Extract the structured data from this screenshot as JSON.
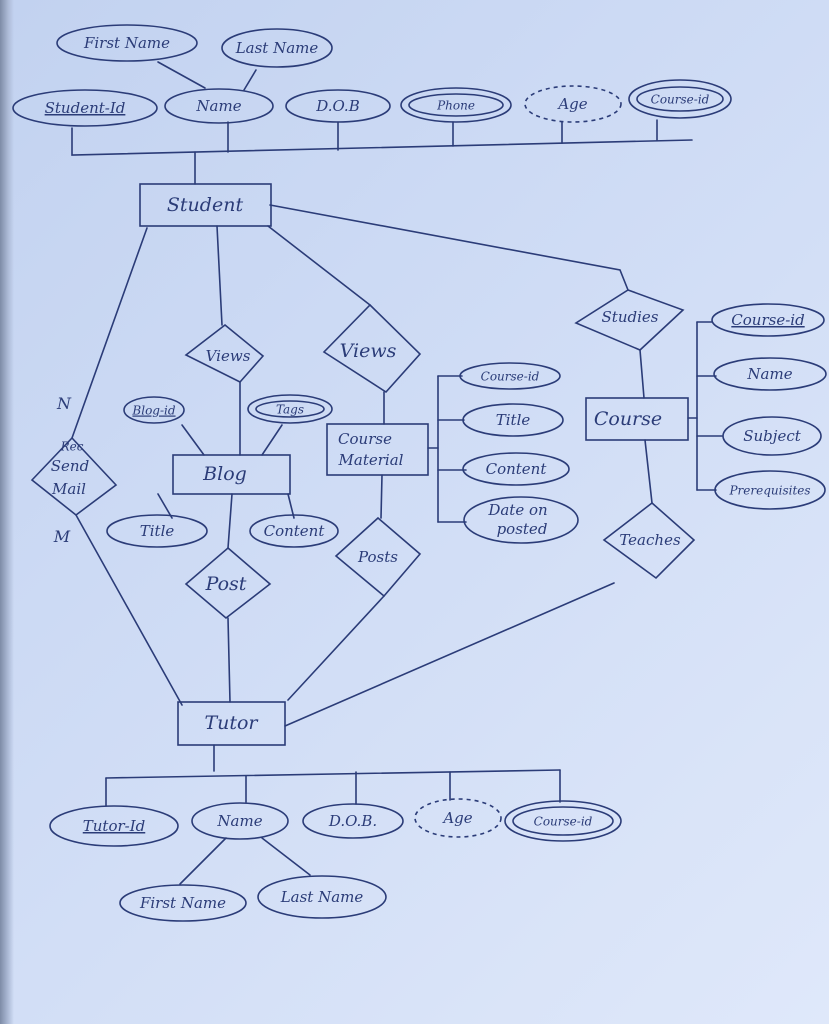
{
  "entities": {
    "student": "Student",
    "tutor": "Tutor",
    "blog": "Blog",
    "course_material": [
      "Course",
      "Material"
    ],
    "course": "Course"
  },
  "relationships": {
    "views_blog": "Views",
    "views_material": "Views",
    "studies": "Studies",
    "teaches": "Teaches",
    "post": "Post",
    "posts": "Posts",
    "rec_send_mail": [
      "Rec",
      "Send",
      "Mail"
    ]
  },
  "cardinality": {
    "n": "N",
    "m": "M"
  },
  "student_attributes": {
    "first_name": "First Name",
    "last_name": "Last Name",
    "student_id": "Student-Id",
    "name": "Name",
    "dob": "D.O.B",
    "phone": "Phone",
    "age": "Age",
    "course_id": "Course-id"
  },
  "blog_attributes": {
    "blog_id": "Blog-id",
    "tags": "Tags",
    "title": "Title",
    "content": "Content"
  },
  "material_attributes": {
    "course_id": "Course-id",
    "title": "Title",
    "content": "Content",
    "date_posted": [
      "Date on",
      "posted"
    ]
  },
  "course_attributes": {
    "course_id": "Course-id",
    "name": "Name",
    "subject": "Subject",
    "prerequisites": "Prerequisites"
  },
  "tutor_attributes": {
    "tutor_id": "Tutor-Id",
    "name": "Name",
    "dob": "D.O.B.",
    "age": "Age",
    "course_id": "Course-id",
    "first_name": "First Name",
    "last_name": "Last Name"
  }
}
